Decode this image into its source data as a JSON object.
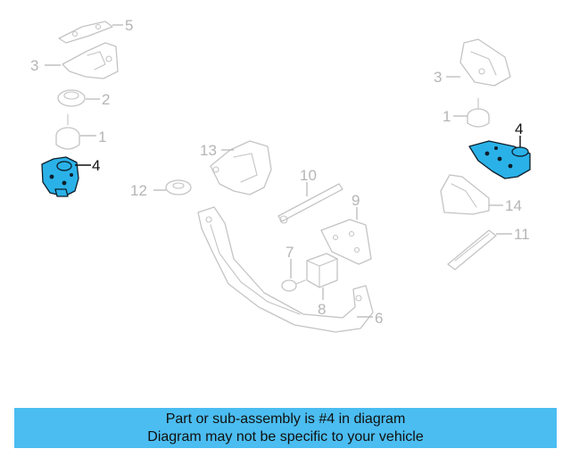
{
  "diagram": {
    "callouts_left": [
      "5",
      "3",
      "2",
      "1",
      "4",
      "13",
      "12",
      "10",
      "9",
      "7",
      "8",
      "6"
    ],
    "callouts_right": [
      "3",
      "1",
      "4",
      "14",
      "11"
    ],
    "highlight_part_number": "4",
    "colors": {
      "highlight_fill": "#2ab2e8",
      "highlight_outline": "#0d1e2a",
      "line_art": "#c4c4c4",
      "banner": "#4bbdf1"
    }
  },
  "banner": {
    "line1": "Part or sub-assembly is #4 in diagram",
    "line2": "Diagram may not be specific to your vehicle"
  }
}
